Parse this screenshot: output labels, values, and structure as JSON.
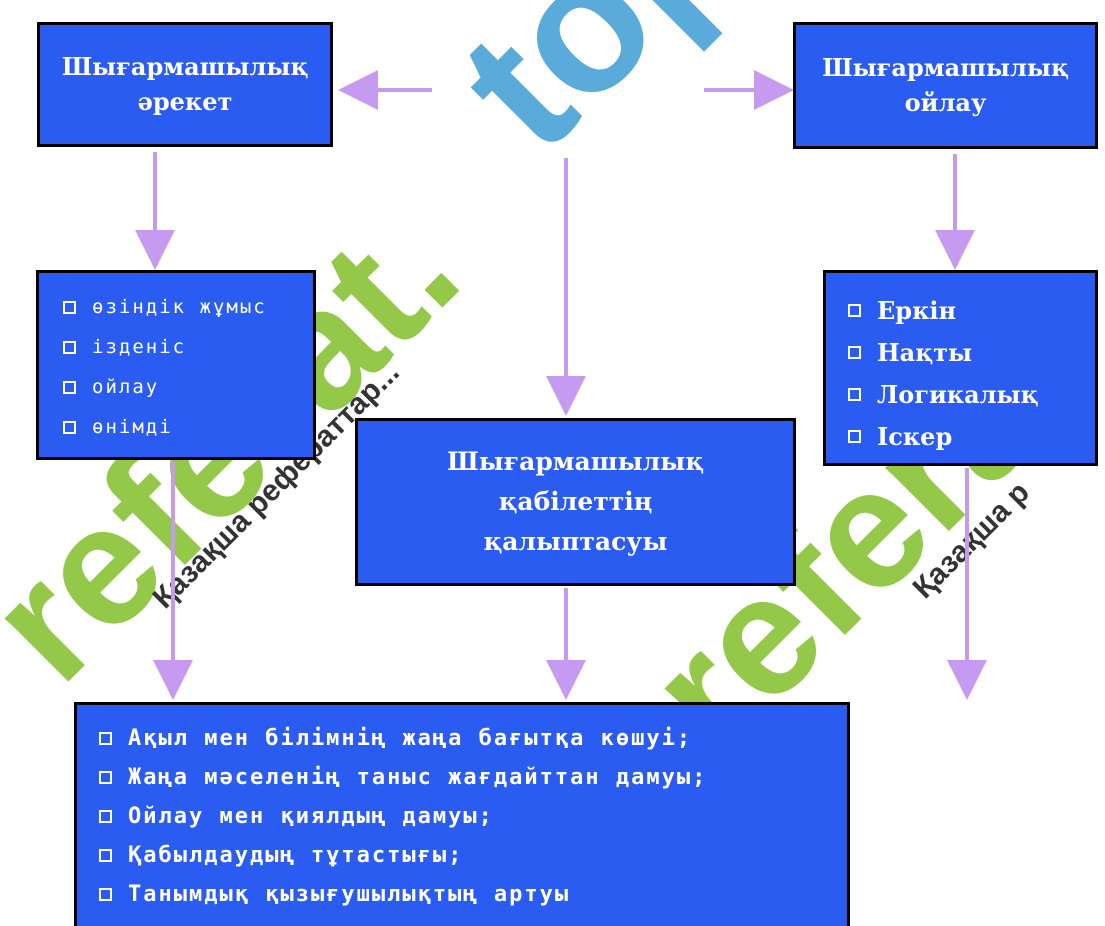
{
  "diagram": {
    "action_box": {
      "line1": "Шығармашылық",
      "line2": "әрекет"
    },
    "thinking_box": {
      "line1": "Шығармашылық",
      "line2": "ойлау"
    },
    "ability_box": {
      "line1": "Шығармашылық",
      "line2": "қабілеттің",
      "line3": "қалыптасуы"
    },
    "action_qualities": [
      "өзіндік жұмыс",
      "ізденіс",
      "ойлау",
      "өнімді"
    ],
    "thinking_qualities": [
      "Еркін",
      "Нақты",
      "Логикалық",
      "Іскер"
    ],
    "results": [
      "Ақыл мен білімнің жаңа бағытқа көшуі;",
      "Жаңа мәселенің таныс жағдайттан дамуы;",
      "Ойлау мен қиялдың дамуы;",
      "Қабылдаудың тұтастығы;",
      "Танымдық қызығушылықтың артуы"
    ]
  },
  "watermark": {
    "brand_top": "top",
    "brand_left": "referat.",
    "brand_right": "referat",
    "tagline_left": "Қазақша рефераттар...",
    "tagline_right": "Қазақша р"
  },
  "colors": {
    "box_fill": "#2b5cf2",
    "box_border": "#000000",
    "arrow": "#c79af2",
    "watermark_green": "#8ec63f",
    "watermark_blue": "#4aa3d6",
    "watermark_gray": "#b0b0b0"
  }
}
